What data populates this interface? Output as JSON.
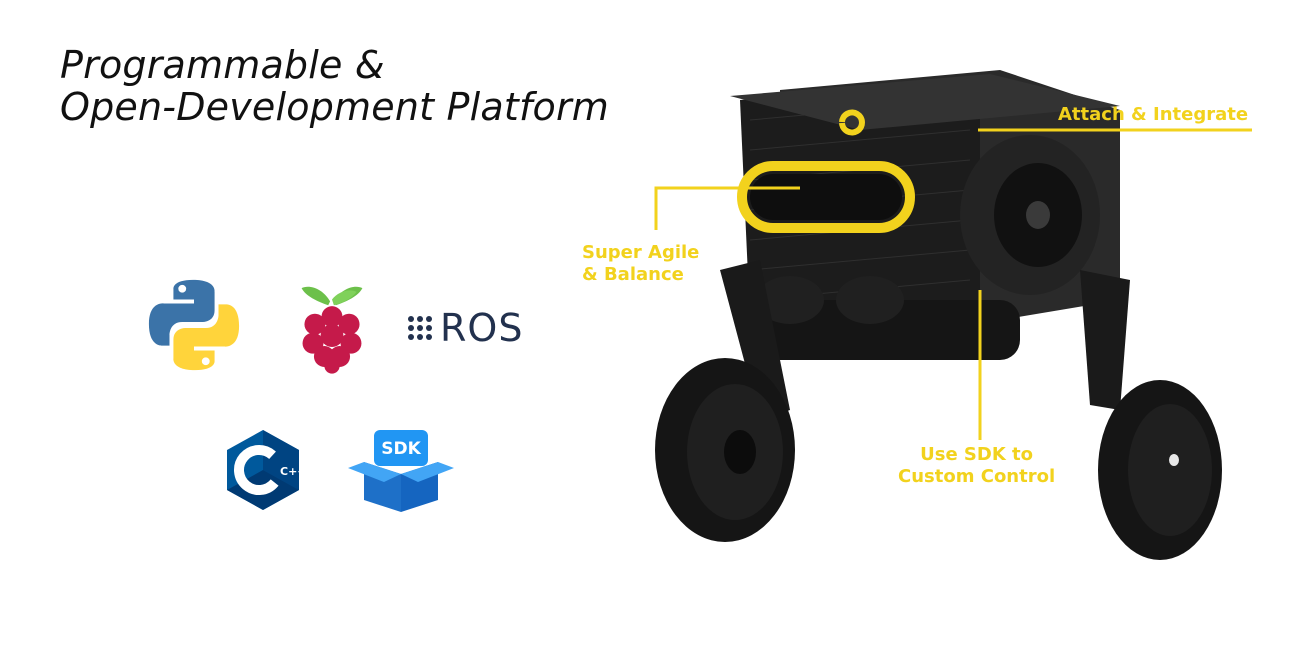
{
  "heading": {
    "line1": "Programmable &",
    "line2": "Open-Development Platform"
  },
  "logos": {
    "python": "python-logo",
    "raspberry": "raspberry-pi-logo",
    "ros_text": "ROS",
    "cpp_text": "C++",
    "sdk_text": "SDK"
  },
  "callouts": {
    "attach": "Attach & Integrate",
    "agile_line1": "Super Agile",
    "agile_line2": "& Balance",
    "sdk_line1": "Use SDK to",
    "sdk_line2": "Custom Control"
  },
  "colors": {
    "accent": "#f2d21d",
    "python_blue": "#3b73a8",
    "python_yellow": "#ffd43b",
    "ros_navy": "#22314e",
    "cpp_blue": "#004482",
    "sdk_blue": "#1e88e5",
    "raspberry_red": "#c51a4a",
    "raspberry_green": "#6cc04a"
  }
}
